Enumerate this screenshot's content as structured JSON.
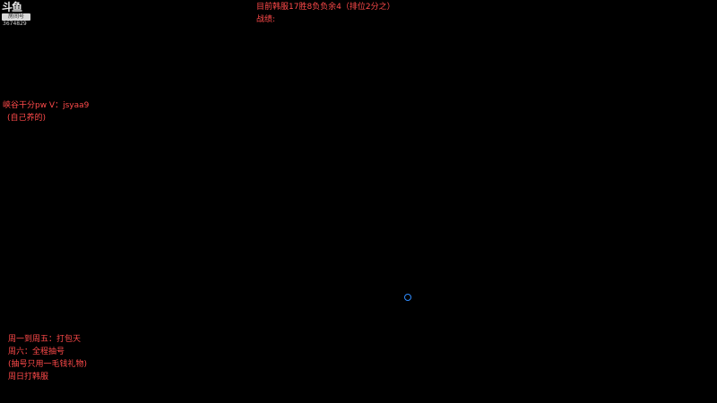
{
  "logo": {
    "mark": "斗鱼",
    "badge": "房间号",
    "room_id": "3674829"
  },
  "top_notice": {
    "line1": "目前韩服17胜8负负余4（排位2分之）",
    "line2": "战绩:"
  },
  "left_notice": {
    "line1": "峡谷干分pw V：jsyaa9",
    "line2": "(自己养的)"
  },
  "schedule": {
    "line1": "周一到周五：打包天",
    "line2": "周六：全程抽号",
    "line3": "(抽号只用一毛钱礼物)",
    "line4": "周日打韩服"
  },
  "colors": {
    "background": "#000000",
    "overlay_text": "#ff4a4a",
    "spinner": "#2f8cff"
  },
  "icons": {
    "loading": "loading-spinner-icon"
  }
}
